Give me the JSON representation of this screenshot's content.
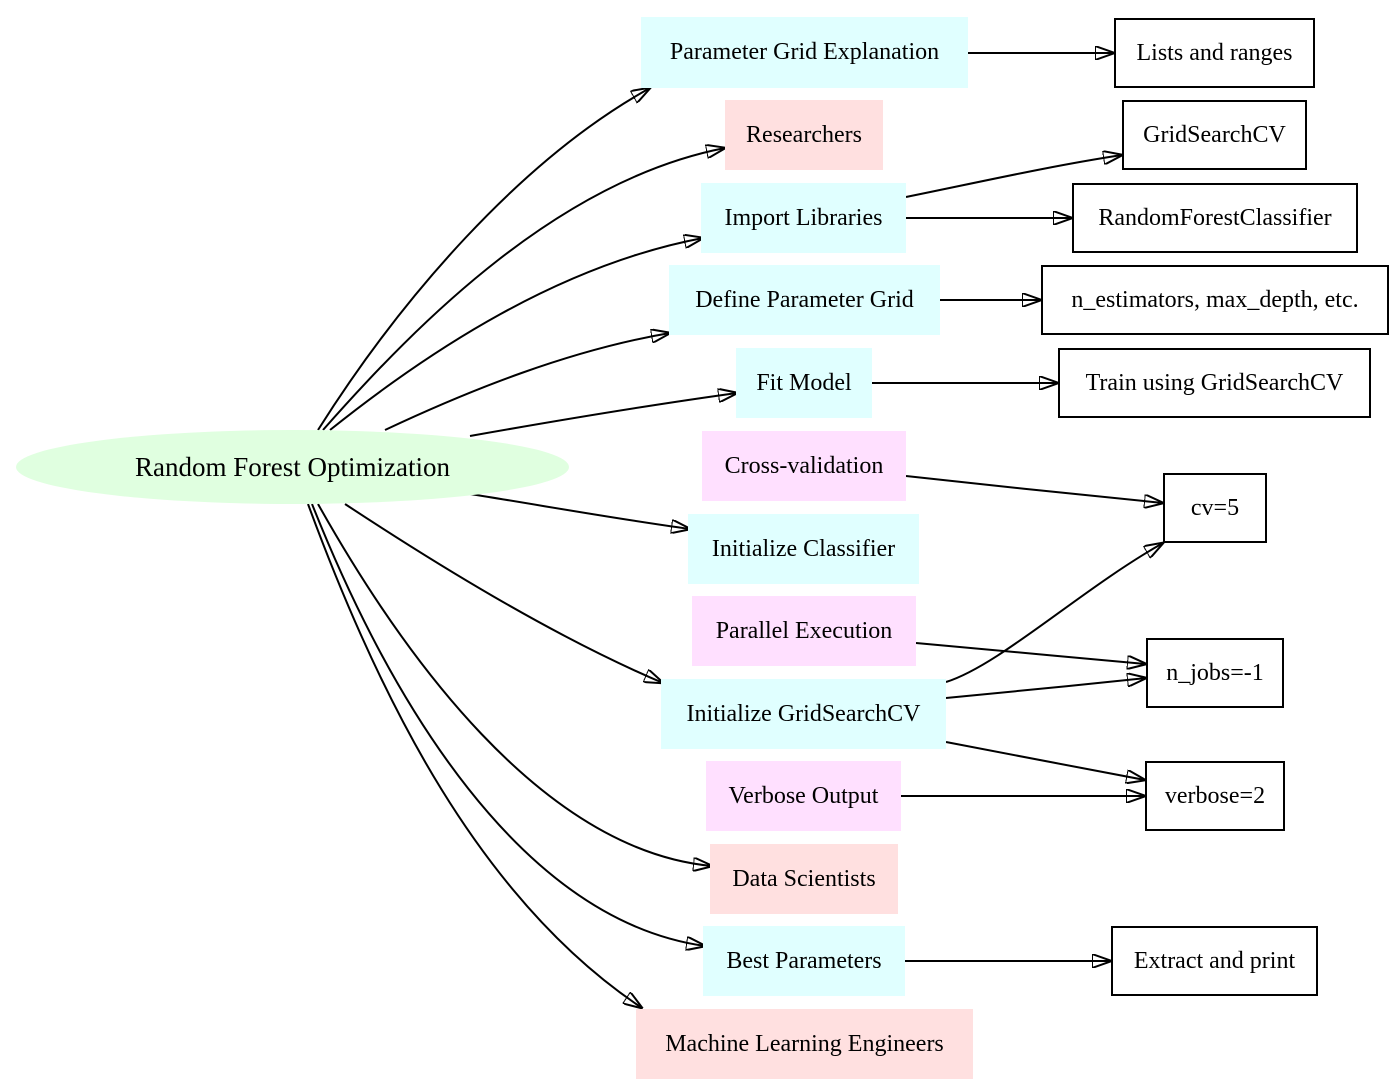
{
  "root": {
    "label": "Random Forest Optimization"
  },
  "nodes": {
    "param_grid_explanation": "Parameter Grid Explanation",
    "researchers": "Researchers",
    "import_libraries": "Import Libraries",
    "define_param_grid": "Define Parameter Grid",
    "fit_model": "Fit Model",
    "cross_validation": "Cross-validation",
    "initialize_classifier": "Initialize Classifier",
    "parallel_execution": "Parallel Execution",
    "initialize_gridsearchcv": "Initialize GridSearchCV",
    "verbose_output": "Verbose Output",
    "data_scientists": "Data Scientists",
    "best_parameters": "Best Parameters",
    "ml_engineers": "Machine Learning Engineers"
  },
  "details": {
    "lists_and_ranges": "Lists and ranges",
    "gridsearchcv": "GridSearchCV",
    "randomforestclassifier": "RandomForestClassifier",
    "param_names": "n_estimators, max_depth, etc.",
    "train_using": "Train using GridSearchCV",
    "cv": "cv=5",
    "n_jobs": "n_jobs=-1",
    "verbose": "verbose=2",
    "extract_and_print": "Extract and print"
  },
  "colors": {
    "root_fill": "#e0ffe0",
    "step_fill": "#e0ffff",
    "audience_fill": "#ffe0e0",
    "setting_fill": "#ffe0ff",
    "detail_fill": "#ffffff",
    "edge": "#000000"
  },
  "edges": [
    [
      "root",
      "param_grid_explanation"
    ],
    [
      "root",
      "researchers"
    ],
    [
      "root",
      "import_libraries"
    ],
    [
      "root",
      "define_param_grid"
    ],
    [
      "root",
      "fit_model"
    ],
    [
      "root",
      "initialize_classifier"
    ],
    [
      "root",
      "initialize_gridsearchcv"
    ],
    [
      "root",
      "data_scientists"
    ],
    [
      "root",
      "best_parameters"
    ],
    [
      "root",
      "ml_engineers"
    ],
    [
      "param_grid_explanation",
      "lists_and_ranges"
    ],
    [
      "import_libraries",
      "gridsearchcv"
    ],
    [
      "import_libraries",
      "randomforestclassifier"
    ],
    [
      "define_param_grid",
      "param_names"
    ],
    [
      "fit_model",
      "train_using"
    ],
    [
      "cross_validation",
      "cv"
    ],
    [
      "parallel_execution",
      "n_jobs"
    ],
    [
      "initialize_gridsearchcv",
      "cv"
    ],
    [
      "initialize_gridsearchcv",
      "n_jobs"
    ],
    [
      "initialize_gridsearchcv",
      "verbose"
    ],
    [
      "verbose_output",
      "verbose"
    ],
    [
      "best_parameters",
      "extract_and_print"
    ]
  ]
}
